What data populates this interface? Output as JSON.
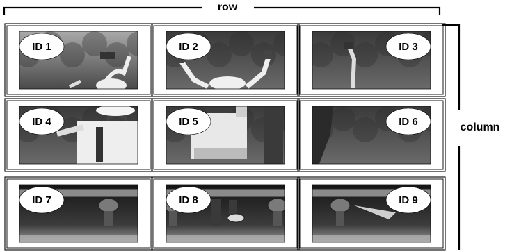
{
  "row_label": "row",
  "column_label": "column",
  "cells": [
    {
      "id": "ID 1",
      "badge": "left",
      "content": "child-jumping-top-left"
    },
    {
      "id": "ID 2",
      "badge": "left",
      "content": "child-arms-raised"
    },
    {
      "id": "ID 3",
      "badge": "right",
      "content": "raised-arm-edge"
    },
    {
      "id": "ID 4",
      "badge": "left",
      "content": "child-body-left"
    },
    {
      "id": "ID 5",
      "badge": "left",
      "content": "child-body-center"
    },
    {
      "id": "ID 6",
      "badge": "right",
      "content": "background-edge"
    },
    {
      "id": "ID 7",
      "badge": "left",
      "content": "bench-legs-left"
    },
    {
      "id": "ID 8",
      "badge": "left",
      "content": "bench-feet-center"
    },
    {
      "id": "ID 9",
      "badge": "right",
      "content": "bench-feet-right"
    }
  ],
  "colors": {
    "frame": "#000000",
    "photo_dark": "#2a2a2a",
    "photo_mid": "#6f6f6f",
    "photo_light": "#b8b8b8",
    "badge_fill": "#ffffff",
    "badge_text": "#000000"
  }
}
